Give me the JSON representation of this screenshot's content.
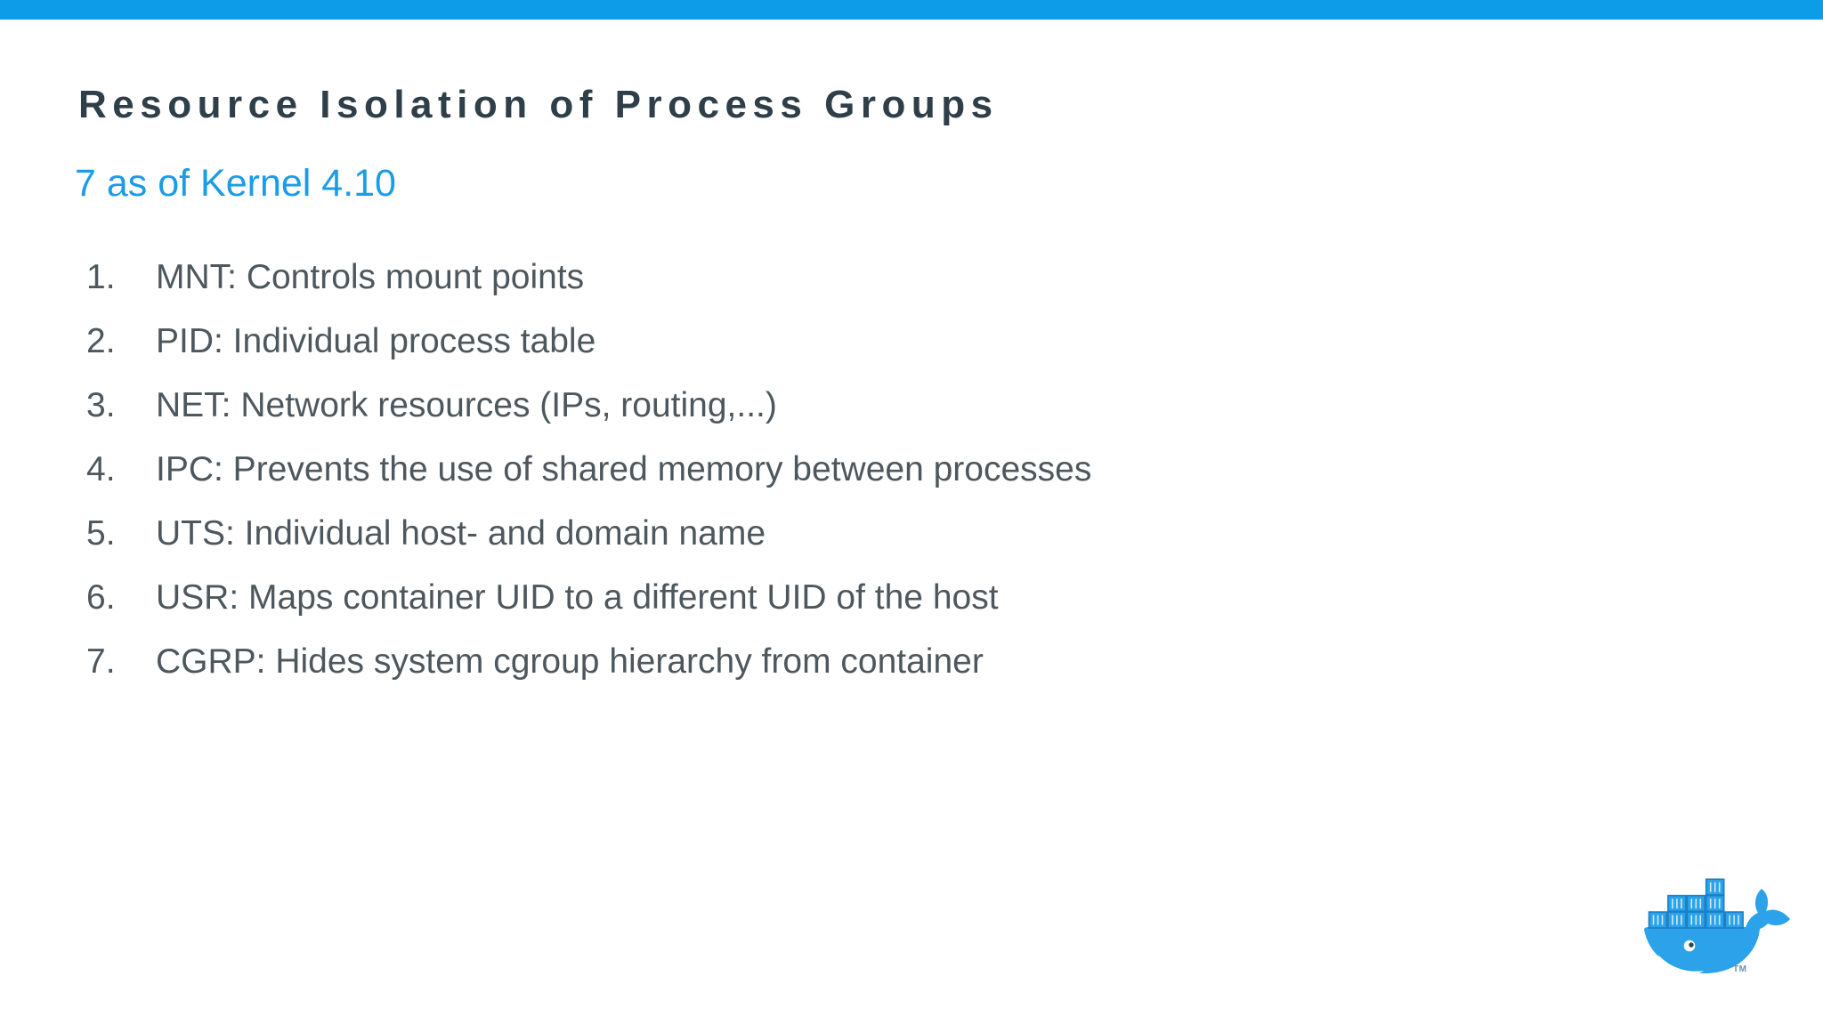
{
  "slide": {
    "title": "Resource Isolation of Process Groups",
    "subtitle": "7 as of Kernel 4.10",
    "list": [
      {
        "num": "1.",
        "text": "MNT: Controls mount points"
      },
      {
        "num": "2.",
        "text": "PID: Individual process table"
      },
      {
        "num": "3.",
        "text": "NET: Network resources (IPs, routing,...)"
      },
      {
        "num": "4.",
        "text": "IPC: Prevents the use of shared memory between processes"
      },
      {
        "num": "5.",
        "text": "UTS: Individual host- and domain name"
      },
      {
        "num": "6.",
        "text": "USR: Maps container UID to a different UID of the host"
      },
      {
        "num": "7.",
        "text": "CGRP: Hides system cgroup hierarchy from container"
      }
    ],
    "logo": {
      "icon": "docker-whale-icon",
      "trademark": "TM"
    },
    "colors": {
      "accent_bar": "#0d9ce8",
      "title_text": "#2e3f49",
      "subtitle_text": "#1b9ce6",
      "list_text": "#4d575e",
      "docker_blue": "#2ba2e9",
      "container_outline": "#1e7ec2",
      "background": "#ffffff"
    }
  }
}
